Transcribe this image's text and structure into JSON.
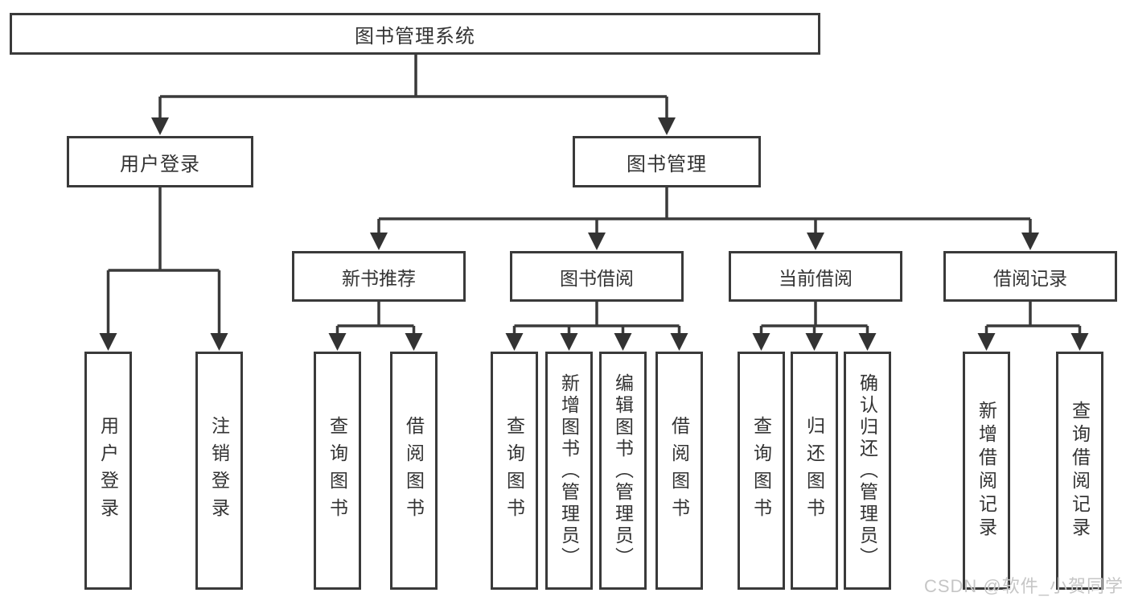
{
  "diagram": {
    "root": {
      "label": "图书管理系统"
    },
    "branches": [
      {
        "label": "用户登录",
        "leaves": [
          {
            "label": "用户登录"
          },
          {
            "label": "注销登录"
          }
        ]
      },
      {
        "label": "图书管理",
        "groups": [
          {
            "label": "新书推荐",
            "leaves": [
              {
                "label": "查询图书"
              },
              {
                "label": "借阅图书"
              }
            ]
          },
          {
            "label": "图书借阅",
            "leaves": [
              {
                "label": "查询图书"
              },
              {
                "label": "新增图书（管理员）"
              },
              {
                "label": "编辑图书（管理员）"
              },
              {
                "label": "借阅图书"
              }
            ]
          },
          {
            "label": "当前借阅",
            "leaves": [
              {
                "label": "查询图书"
              },
              {
                "label": "归还图书"
              },
              {
                "label": "确认归还（管理员）"
              }
            ]
          },
          {
            "label": "借阅记录",
            "leaves": [
              {
                "label": "新增借阅记录"
              },
              {
                "label": "查询借阅记录"
              }
            ]
          }
        ]
      }
    ]
  },
  "watermark": {
    "text": "CSDN @软件_小贺同学"
  },
  "colors": {
    "line": "#3a3a3a",
    "text": "#333333",
    "watermark": "#c6c6c6",
    "background": "#ffffff"
  }
}
